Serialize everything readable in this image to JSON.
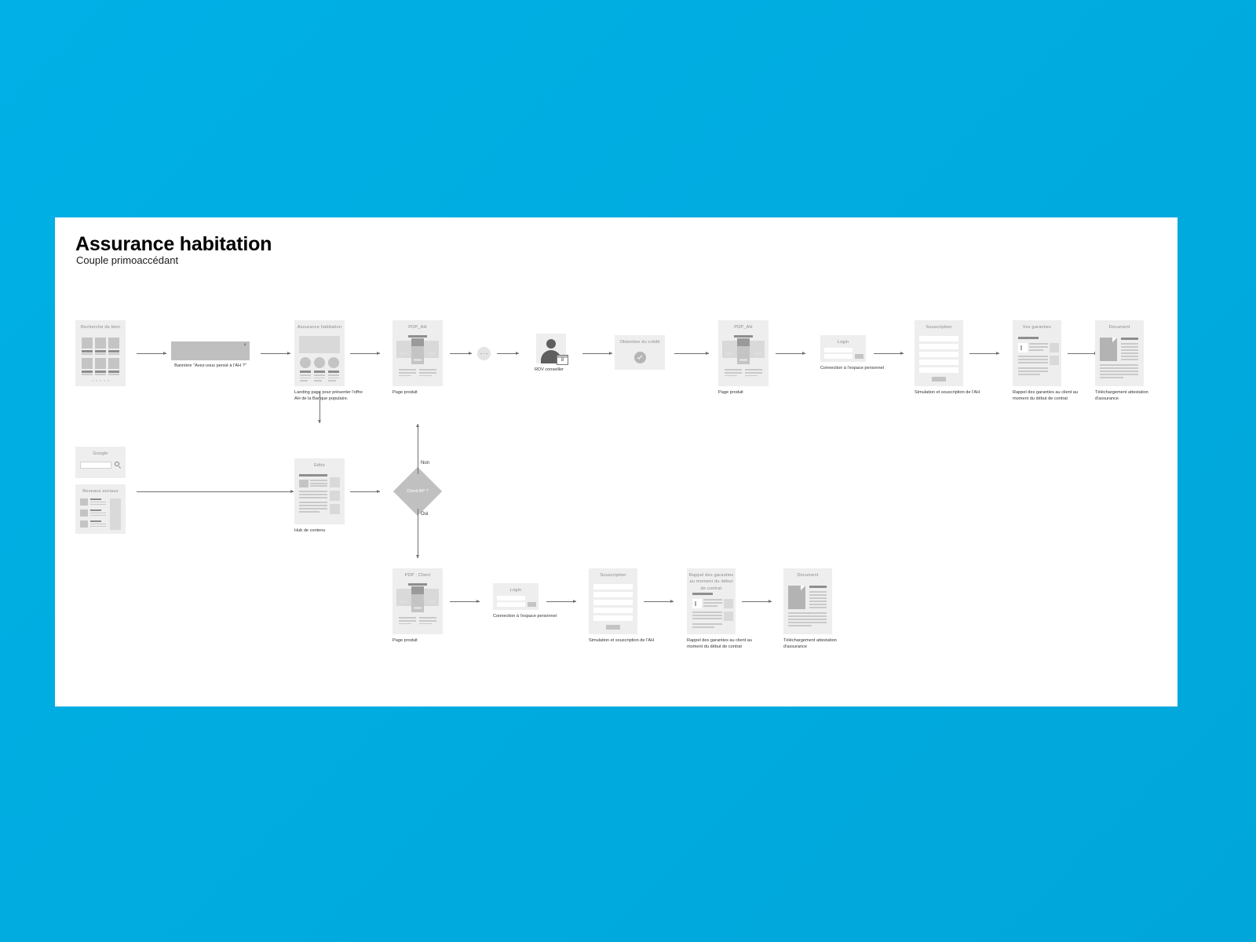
{
  "background_color": "#00ace0",
  "canvas_color": "#ffffff",
  "header": {
    "title": "Assurance habitation",
    "subtitle": "Couple primoaccédant"
  },
  "flow": {
    "row_top": [
      {
        "id": "recherche-bien",
        "frame_title": "Recherche de bien",
        "caption": ""
      },
      {
        "id": "banniere",
        "frame_title": "",
        "caption": "Bannière \"Avez-vous pensé à l'AH ?\""
      },
      {
        "id": "landing-ah",
        "frame_title": "Assurance habitation",
        "caption": "Landing page pour présenter l'offre AH de la Banque populaire."
      },
      {
        "id": "pdp-ah-1",
        "frame_title": "PDP_AH",
        "caption": "Page produit"
      },
      {
        "id": "ellipsis",
        "frame_title": "",
        "caption": ""
      },
      {
        "id": "rdv-conseiller",
        "frame_title": "",
        "caption": "RDV conseiller"
      },
      {
        "id": "obtention-credit",
        "frame_title": "Obtention du crédit",
        "caption": ""
      },
      {
        "id": "pdp-ah-2",
        "frame_title": "PDP_AH",
        "caption": "Page produit"
      },
      {
        "id": "login-1",
        "frame_title": "Login",
        "caption": "Connection à l'espace personnel"
      },
      {
        "id": "souscription-1",
        "frame_title": "Souscription",
        "caption": "Simulation et souscription de l'AH"
      },
      {
        "id": "vos-garanties",
        "frame_title": "Vos garanties",
        "caption": "Rappel des garanties au client au moment du début de contrat"
      },
      {
        "id": "document-1",
        "frame_title": "Document",
        "caption": "Téléchargement attestation d'assurance"
      }
    ],
    "row_middle": [
      {
        "id": "google",
        "frame_title": "Google",
        "caption": ""
      },
      {
        "id": "reseaux-sociaux",
        "frame_title": "Reseaux sociaux",
        "caption": ""
      },
      {
        "id": "edito",
        "frame_title": "Edito",
        "caption": "Hub de contenu"
      }
    ],
    "decision": {
      "label": "Client  BP ?",
      "branch_no": "Non",
      "branch_yes": "Oui"
    },
    "row_bottom": [
      {
        "id": "pdp-client",
        "frame_title": "PDP : Client",
        "caption": "Page produit"
      },
      {
        "id": "login-2",
        "frame_title": "Login",
        "caption": "Connection à l'espace personnel"
      },
      {
        "id": "souscription-2",
        "frame_title": "Souscription",
        "caption": "Simulation et souscription de l'AH"
      },
      {
        "id": "rappel-garanties",
        "frame_title": "Rappel des garanties au moment du début de contrat",
        "caption": "Rappel des garanties au client au moment du début de contrat"
      },
      {
        "id": "document-2",
        "frame_title": "Document",
        "caption": "Téléchargement attestation d'assurance"
      }
    ]
  },
  "icons": {
    "calendar_day": "8",
    "banner_close": "×"
  }
}
